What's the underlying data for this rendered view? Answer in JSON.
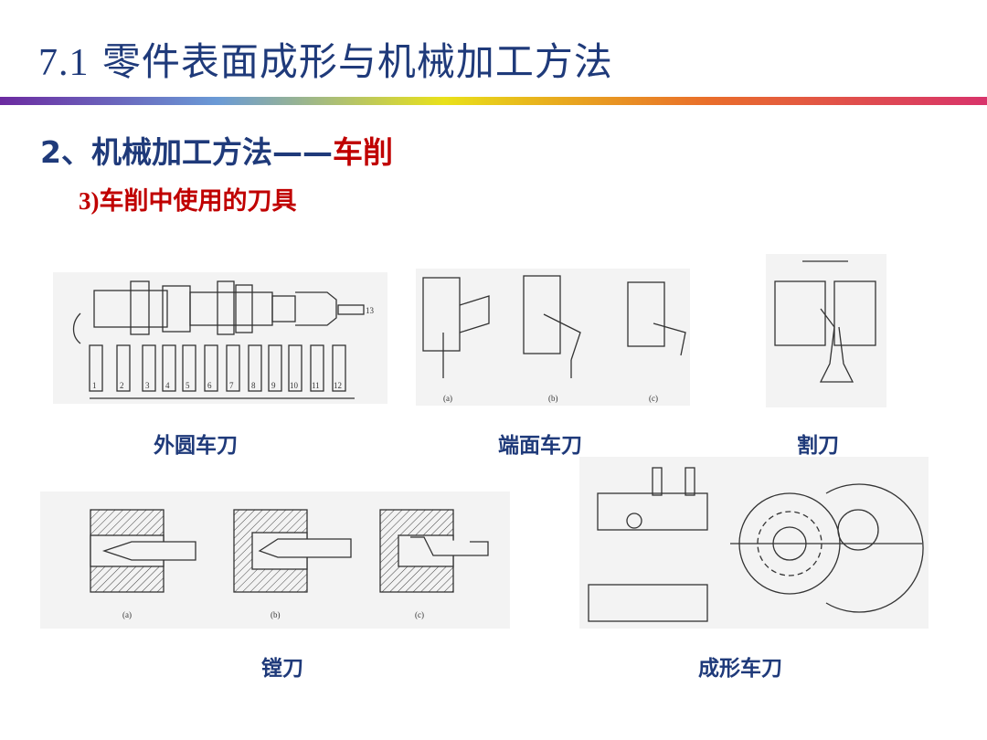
{
  "slide": {
    "title_num": "7.1",
    "title_text": " 零件表面成形与机械加工方法",
    "section_prefix": "2、机械加工方法——",
    "section_highlight": "车削",
    "sub_num": "3)",
    "sub_text": "车削中使用的刀具"
  },
  "captions": {
    "outer": "外圆车刀",
    "face": "端面车刀",
    "cutoff": "割刀",
    "boring": "镗刀",
    "form": "成形车刀"
  },
  "figure_labels": {
    "outer_tools": [
      "1",
      "2",
      "3",
      "4",
      "5",
      "6",
      "7",
      "8",
      "9",
      "10",
      "11",
      "12"
    ],
    "outer_extra": "13",
    "face_panels": [
      "(a)",
      "(b)",
      "(c)"
    ],
    "boring_panels": [
      "(a)",
      "(b)",
      "(c)"
    ]
  },
  "colors": {
    "title": "#1f3a7a",
    "accent": "#c00000"
  }
}
